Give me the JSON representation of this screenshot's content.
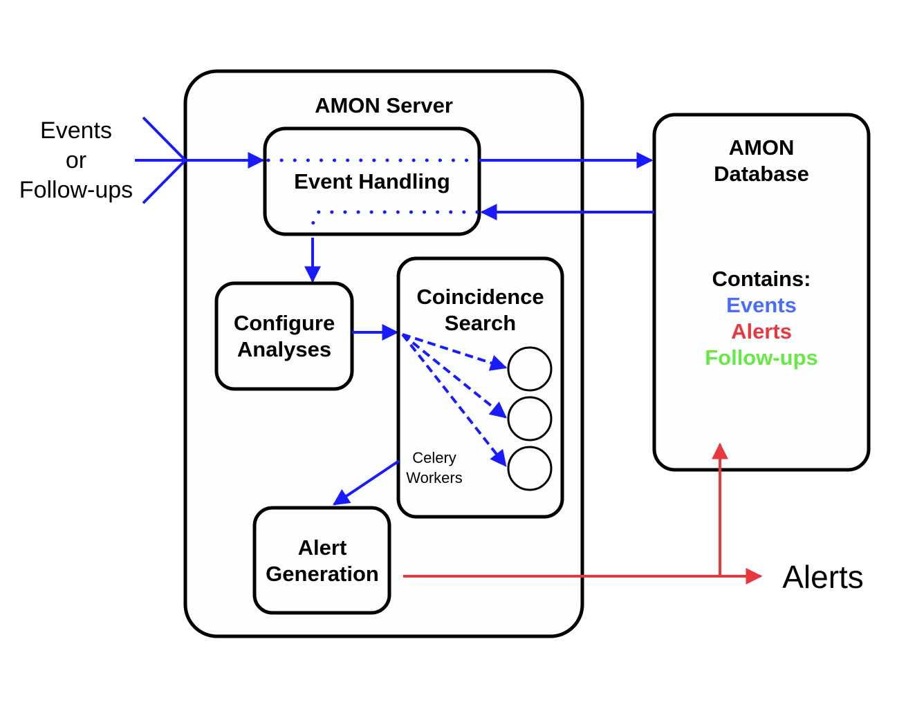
{
  "colors": {
    "flow_blue": "#1a1aff",
    "alert_red": "#e8383d",
    "events_blue": "#4a6cf7",
    "alerts_red": "#e8383d",
    "followups_green": "#66e845",
    "box_fill": "#fdfefe",
    "box_stroke": "#000000"
  },
  "input": {
    "line1": "Events",
    "line2": "or",
    "line3": "Follow-ups"
  },
  "server": {
    "title": "AMON Server",
    "event_handling": "Event Handling",
    "configure_line1": "Configure",
    "configure_line2": "Analyses",
    "coincidence_line1": "Coincidence",
    "coincidence_line2": "Search",
    "workers_line1": "Celery",
    "workers_line2": "Workers",
    "alert_line1": "Alert",
    "alert_line2": "Generation"
  },
  "database": {
    "title_line1": "AMON",
    "title_line2": "Database",
    "contains_label": "Contains:",
    "contents": [
      "Events",
      "Alerts",
      "Follow-ups"
    ]
  },
  "output": {
    "alerts": "Alerts"
  }
}
